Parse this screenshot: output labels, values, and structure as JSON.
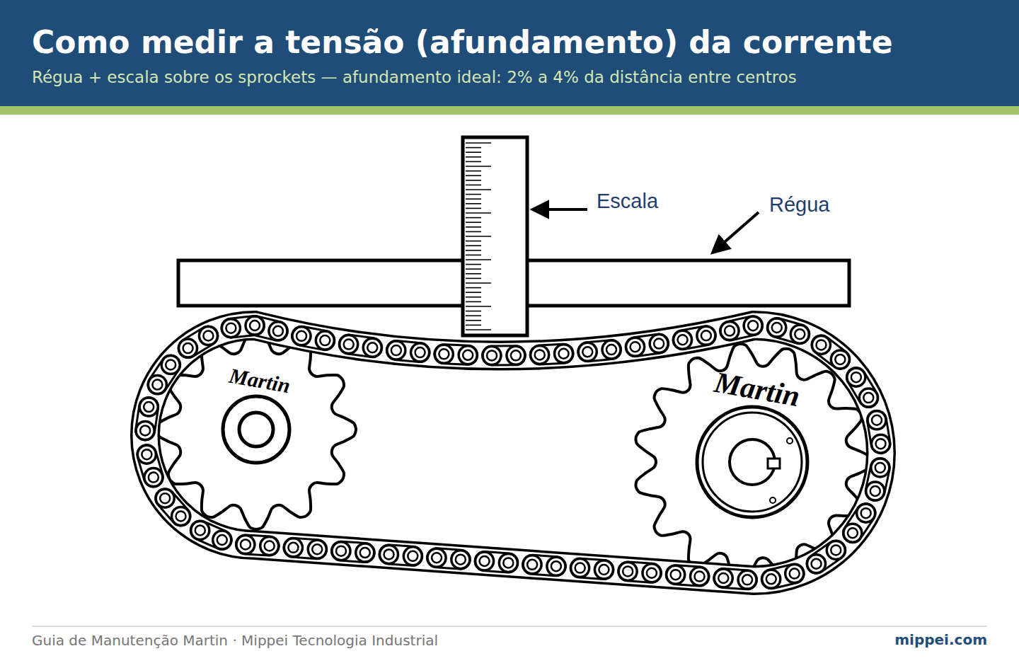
{
  "diagram": {
    "title": "Como medir a tensão (afundamento) da corrente",
    "labels": [
      "Régua + escala sobre os sprockets — afundamento ideal: 2% a 4% da distância entre centros",
      "Escala",
      "Régua",
      "Martin",
      "Martin",
      "Guia de Manutenção Martin  ·  Mippei Tecnologia Industrial",
      "mippei.com"
    ]
  }
}
